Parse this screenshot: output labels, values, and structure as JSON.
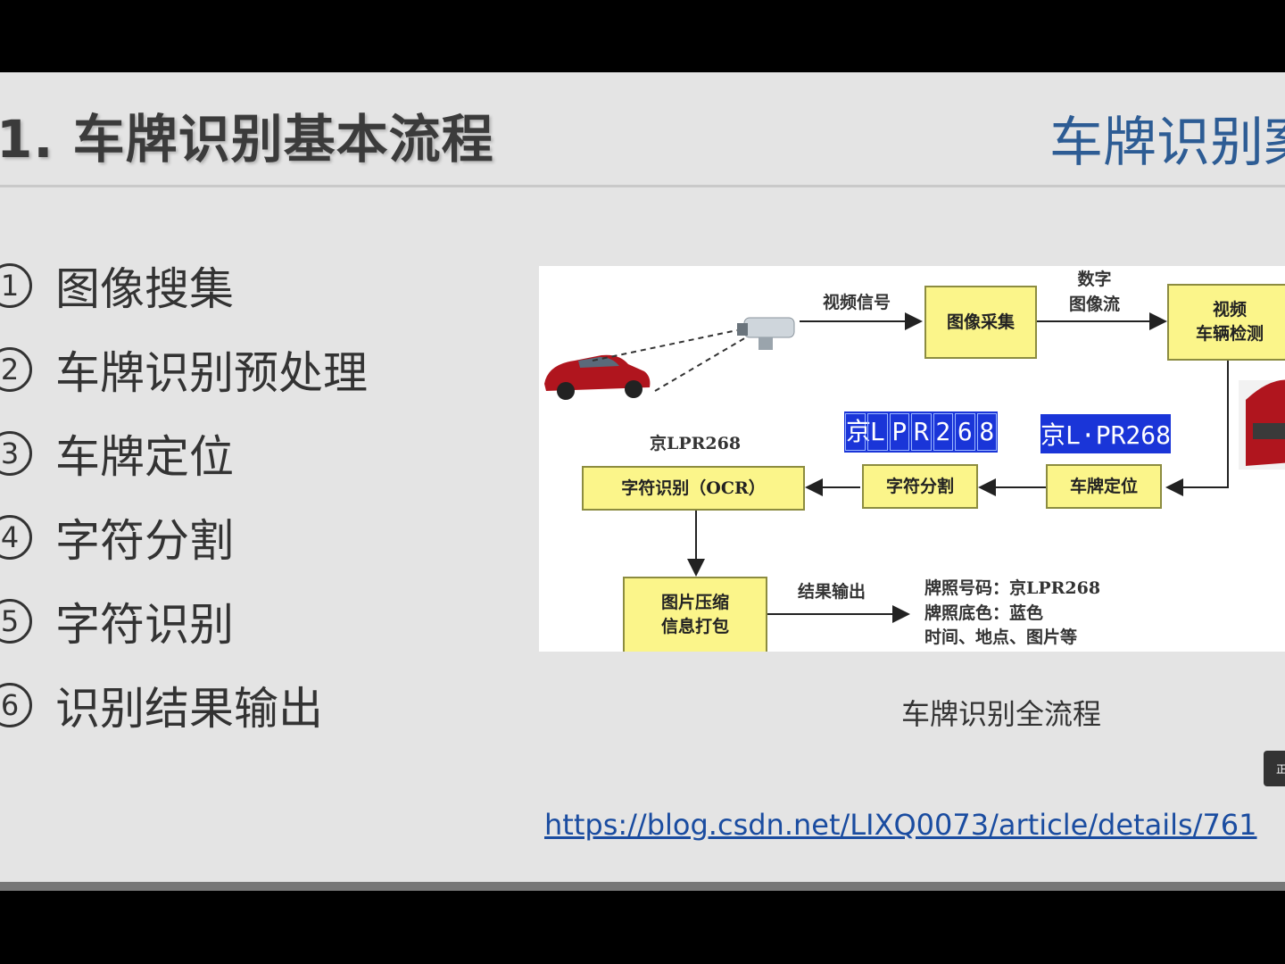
{
  "slide": {
    "title": "1. 车牌识别基本流程",
    "title_right": "车牌识别案",
    "steps": [
      {
        "num": "1",
        "label": "图像搜集"
      },
      {
        "num": "2",
        "label": "车牌识别预处理"
      },
      {
        "num": "3",
        "label": "车牌定位"
      },
      {
        "num": "4",
        "label": "字符分割"
      },
      {
        "num": "5",
        "label": "字符识别"
      },
      {
        "num": "6",
        "label": "识别结果输出"
      }
    ],
    "figure": {
      "labels": {
        "video_signal": "视频信号",
        "digital_stream": "数字\n图像流",
        "plate_text": "京LPR268",
        "result_output": "结果输出",
        "output_info": "牌照号码：京LPR268\n牌照底色：蓝色\n时间、地点、图片等"
      },
      "boxes": {
        "capture": "图像采集",
        "vehicle_detect": "视频\n车辆检测",
        "ocr": "字符识别（OCR）",
        "segment": "字符分割",
        "locate": "车牌定位",
        "compress": "图片压缩\n信息打包"
      },
      "plates": {
        "segmented": [
          "京",
          "L",
          "P",
          "R",
          "2",
          "6",
          "8"
        ],
        "located": "京L·PR268"
      },
      "colors": {
        "box_fill": "#fbf58a",
        "plate_blue": "#1a35d8",
        "car_red": "#b0151e"
      }
    },
    "caption": "车牌识别全流程",
    "link": "https://blog.csdn.net/LIXQ0073/article/details/761",
    "corner_button": "正"
  }
}
